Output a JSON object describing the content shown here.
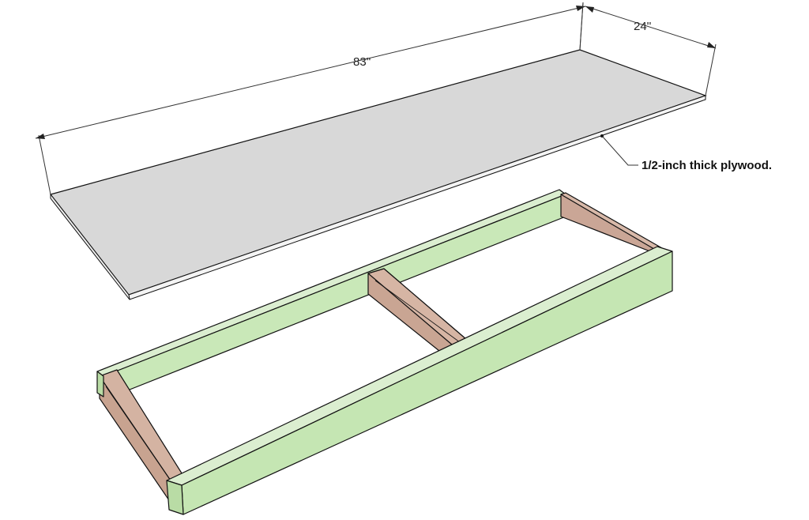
{
  "drawing": {
    "dimensions": {
      "length_label": "83''",
      "width_label": "24''"
    },
    "callout": {
      "text": "1/2-inch thick plywood."
    },
    "parts": {
      "plywood_top": "plywood-top",
      "frame_side_rails": "green-rails",
      "frame_cross_pieces": "brown-cross-pieces"
    },
    "colors": {
      "plywood_top": "#d8d8d8",
      "plywood_edge": "#f2f2f2",
      "rail_top": "#dbeed0",
      "rail_face": "#c5e6b3",
      "crosspiece": "#c9a593",
      "outline": "#111111"
    }
  }
}
